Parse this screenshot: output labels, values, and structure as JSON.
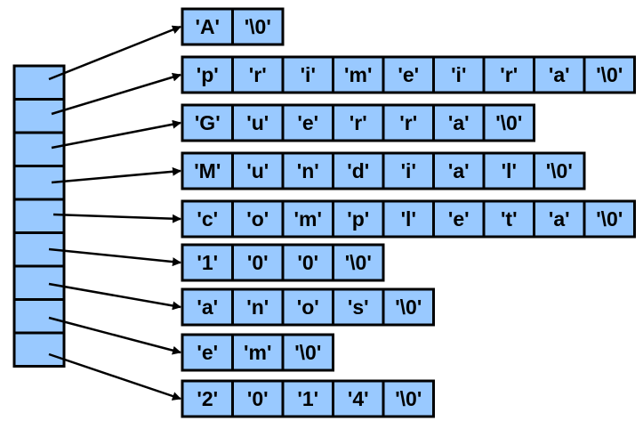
{
  "colors": {
    "cell_fill": "#99c9ff",
    "stroke": "#000000",
    "text": "#000000",
    "background": "#ffffff"
  },
  "pointer_array": {
    "slot_count": 9
  },
  "strings": [
    {
      "chars": [
        "'A'",
        "'\\0'"
      ]
    },
    {
      "chars": [
        "'p'",
        "'r'",
        "'i'",
        "'m'",
        "'e'",
        "'i'",
        "'r'",
        "'a'",
        "'\\0'"
      ]
    },
    {
      "chars": [
        "'G'",
        "'u'",
        "'e'",
        "'r'",
        "'r'",
        "'a'",
        "'\\0'"
      ]
    },
    {
      "chars": [
        "'M'",
        "'u'",
        "'n'",
        "'d'",
        "'i'",
        "'a'",
        "'l'",
        "'\\0'"
      ]
    },
    {
      "chars": [
        "'c'",
        "'o'",
        "'m'",
        "'p'",
        "'l'",
        "'e'",
        "'t'",
        "'a'",
        "'\\0'"
      ]
    },
    {
      "chars": [
        "'1'",
        "'0'",
        "'0'",
        "'\\0'"
      ]
    },
    {
      "chars": [
        "'a'",
        "'n'",
        "'o'",
        "'s'",
        "'\\0'"
      ]
    },
    {
      "chars": [
        "'e'",
        "'m'",
        "'\\0'"
      ]
    },
    {
      "chars": [
        "'2'",
        "'0'",
        "'1'",
        "'4'",
        "'\\0'"
      ]
    }
  ]
}
